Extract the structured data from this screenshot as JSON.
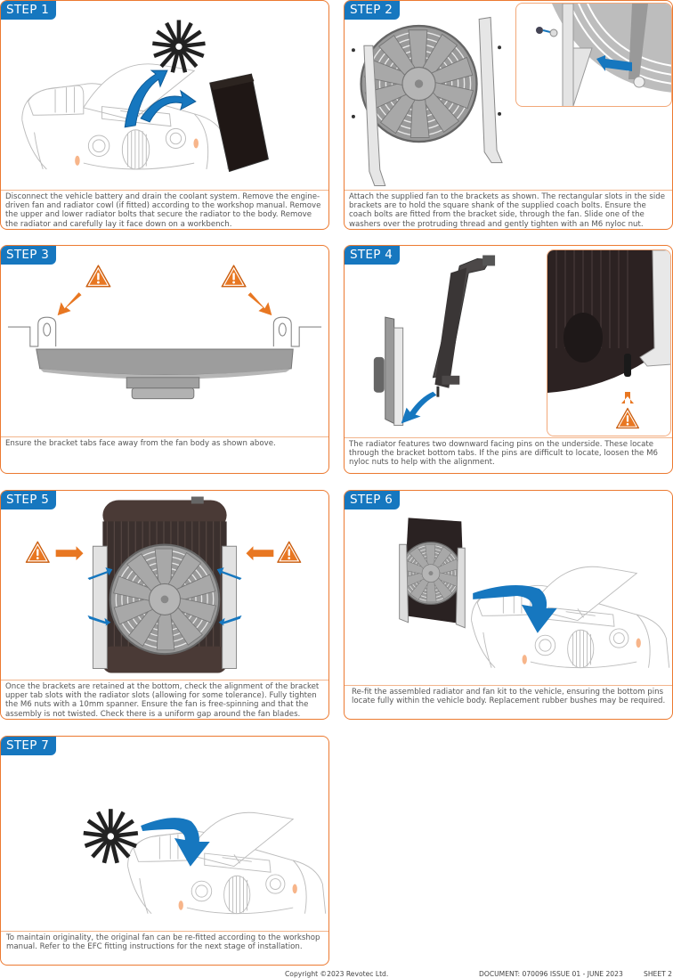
{
  "steps": [
    {
      "label": "STEP 1",
      "caption": "Disconnect the vehicle battery and drain the  coolant system. Remove the engine-driven fan and radiator cowl (if fitted) according to the workshop manual. Remove the upper and lower radiator bolts that secure the radiator to the body. Remove the radiator and carefully lay it face down on a workbench."
    },
    {
      "label": "STEP 2",
      "caption": "Attach the supplied fan to the brackets as shown. The rectangular slots in the side brackets are to hold the square shank of the supplied coach bolts. Ensure the coach bolts are fitted from the bracket side, through the fan. Slide one of the washers over the protruding thread and gently tighten with an M6 nyloc nut."
    },
    {
      "label": "STEP 3",
      "caption": "Ensure the bracket tabs face away from the fan body as shown above."
    },
    {
      "label": "STEP 4",
      "caption": "The radiator features two downward facing pins on the underside. These locate through the bracket bottom tabs. If the pins are difficult to locate, loosen the M6 nyloc nuts to help with the alignment."
    },
    {
      "label": "STEP 5",
      "caption": "Once the brackets are retained at the bottom, check the alignment of the bracket upper tab slots with the radiator slots (allowing for some tolerance). Fully tighten the M6 nuts with a 10mm spanner. Ensure the fan is free-spinning and that the assembly is not twisted. Check there is a uniform gap around the fan blades."
    },
    {
      "label": "STEP 6",
      "caption": "Re-fit the assembled radiator and fan kit to the vehicle, ensuring the bottom pins locate fully within the vehicle body. Replacement rubber bushes may be required."
    },
    {
      "label": "STEP 7",
      "caption": "To maintain originality, the original fan can be re-fitted according to the workshop manual. Refer to the EFC fitting instructions for the next stage of installation."
    }
  ],
  "footer": {
    "copyright": "Copyright ©2023 Revotec Ltd.",
    "document": "DOCUMENT: 070096 ISSUE 01 - JUNE 2023",
    "sheet": "SHEET 2"
  },
  "colors": {
    "panel_border": "#ec7a31",
    "badge_bg": "#1677bf",
    "arrow_blue": "#1677bf",
    "warning_orange": "#e87722"
  },
  "icons": {
    "warning": "warning-triangle-icon",
    "arrow": "blue-arrow-icon"
  }
}
